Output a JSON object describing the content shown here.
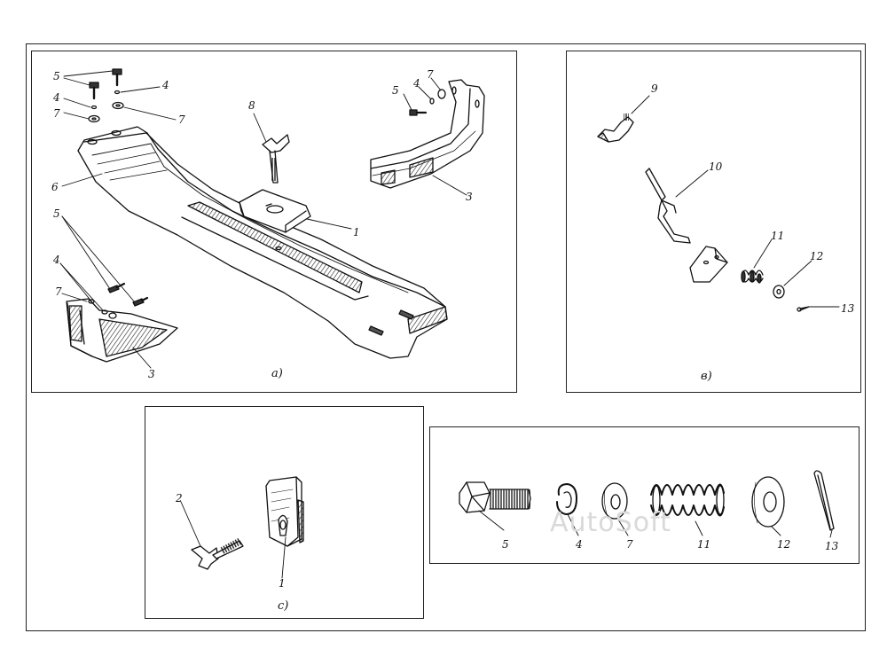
{
  "panels": {
    "a": {
      "caption": "a)",
      "labels": {
        "l5a": "5",
        "l4a": "4",
        "l4b": "4",
        "l7a": "7",
        "l7b": "7",
        "l6": "6",
        "l8": "8",
        "l1": "1",
        "l5b": "5",
        "l4c": "4",
        "l7c": "7",
        "l3a": "3",
        "l5c": "5",
        "l4d": "4",
        "l7d": "7",
        "l3b": "3"
      }
    },
    "b": {
      "caption": "в)",
      "labels": {
        "l9": "9",
        "l10": "10",
        "l11": "11",
        "l12": "12",
        "l13": "13"
      }
    },
    "c": {
      "caption": "c)",
      "labels": {
        "l2": "2",
        "l1": "1"
      }
    },
    "d": {
      "labels": {
        "l5": "5",
        "l4": "4",
        "l7": "7",
        "l11": "11",
        "l12": "12",
        "l13": "13"
      }
    }
  },
  "watermark": "AutoSoft"
}
